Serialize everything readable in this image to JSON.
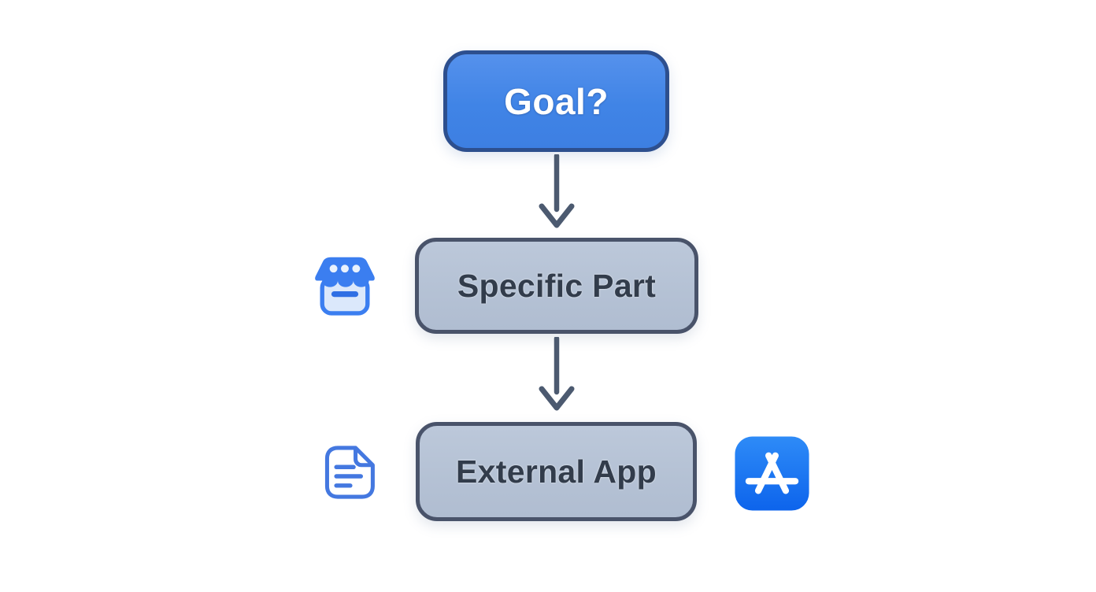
{
  "diagram": {
    "type": "flowchart",
    "background": "#ffffff",
    "nodes": [
      {
        "id": "goal",
        "label": "Goal?",
        "shape": "rounded-rect",
        "fill": "#4285e8",
        "border": "#2d4f8e",
        "text_color": "#ffffff"
      },
      {
        "id": "specific-part",
        "label": "Specific Part",
        "shape": "rounded-rect",
        "fill": "#b6c2d5",
        "border": "#49536a",
        "text_color": "#323c4b"
      },
      {
        "id": "external-app",
        "label": "External App",
        "shape": "rounded-rect",
        "fill": "#b6c2d5",
        "border": "#49536a",
        "text_color": "#323c4b"
      }
    ],
    "connectors": [
      {
        "from": "goal",
        "to": "specific-part",
        "style": "straight-arrow-down",
        "color": "#4c5a70"
      },
      {
        "from": "specific-part",
        "to": "external-app",
        "style": "straight-arrow-down",
        "color": "#4c5a70"
      }
    ],
    "icons": [
      {
        "name": "storefront-icon",
        "beside": "specific-part",
        "side": "left",
        "color": "#3b7ef0"
      },
      {
        "name": "document-icon",
        "beside": "external-app",
        "side": "left",
        "color": "#4478e0"
      },
      {
        "name": "app-store-icon",
        "beside": "external-app",
        "side": "right",
        "color": "#1272ef"
      }
    ]
  }
}
